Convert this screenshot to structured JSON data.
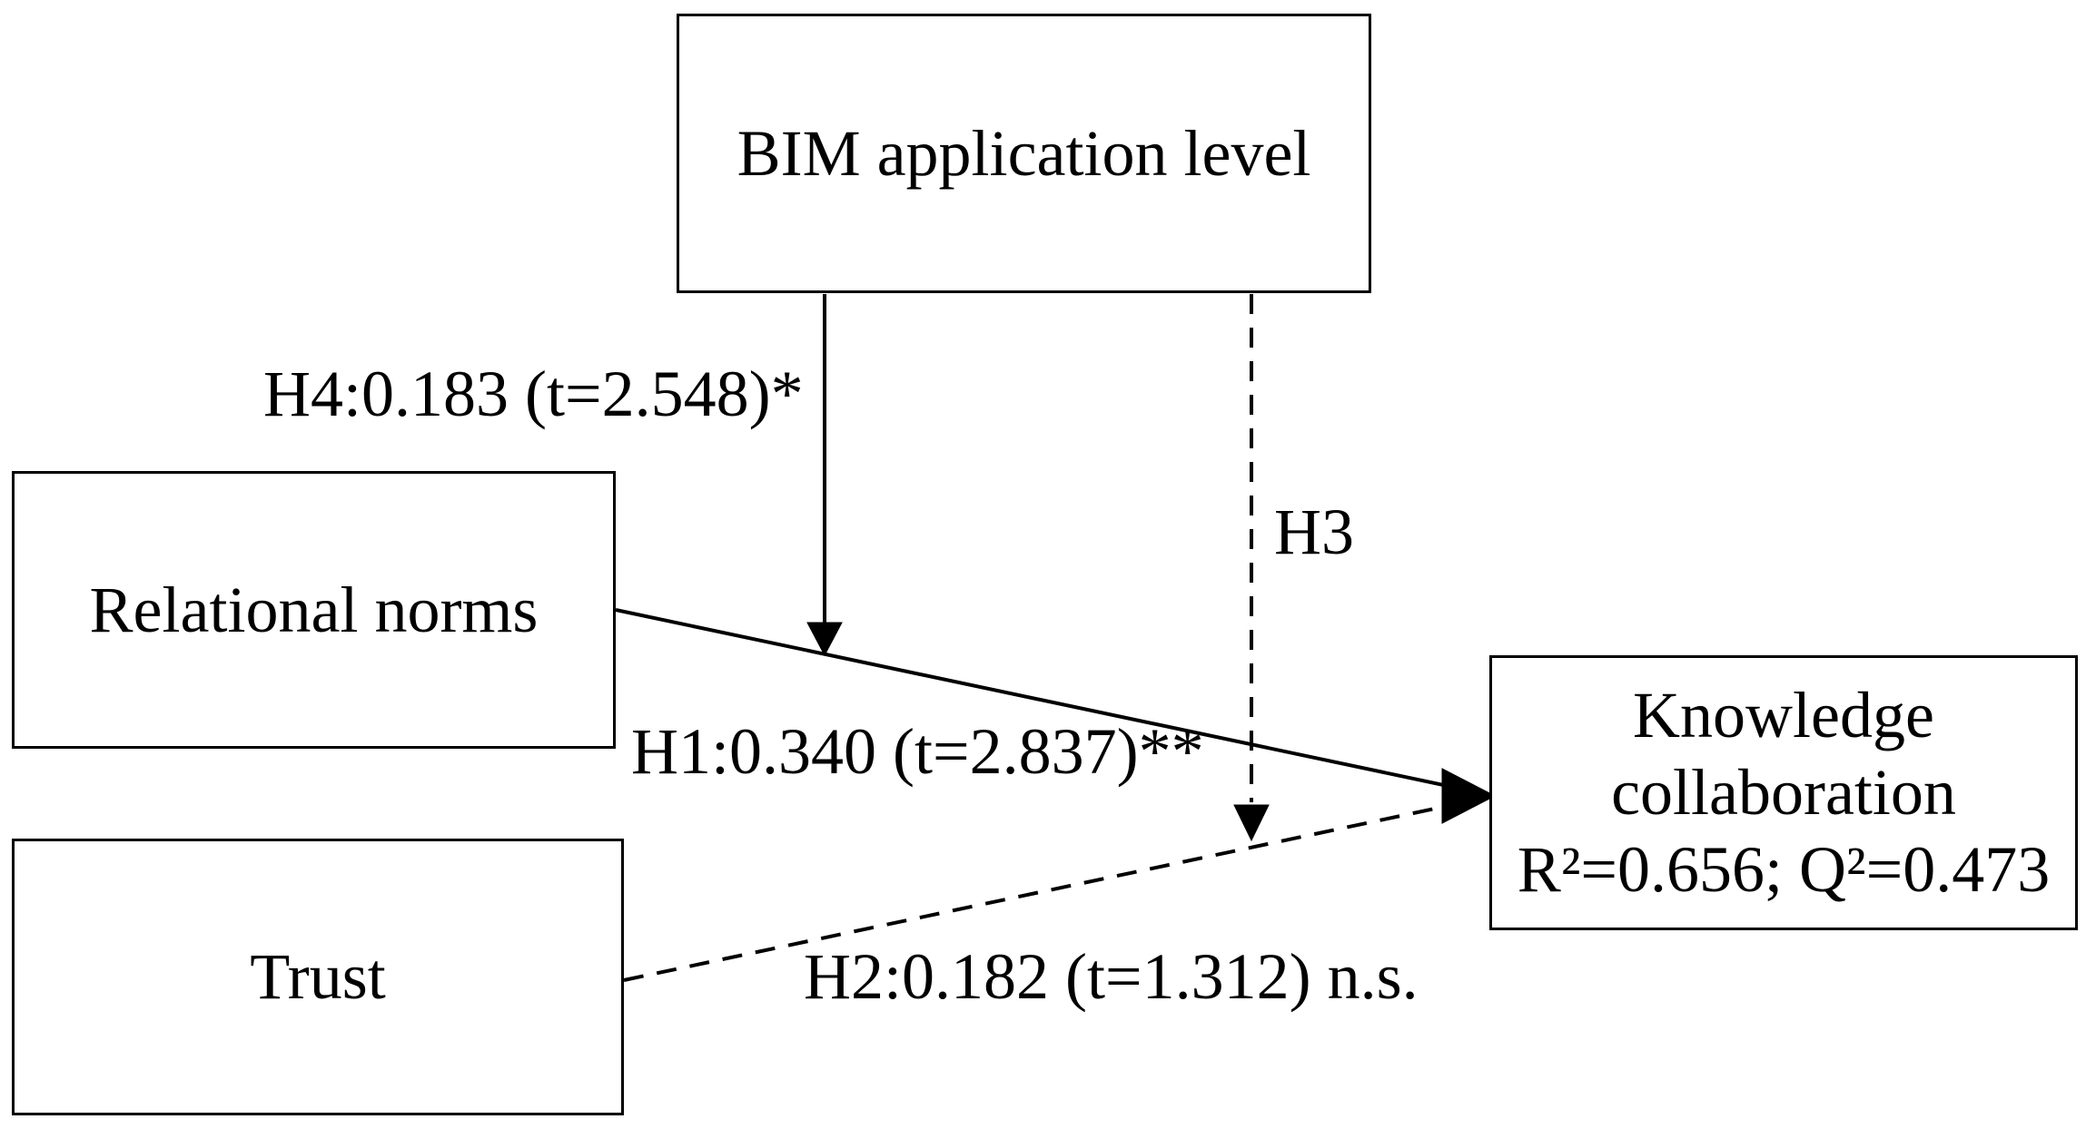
{
  "diagram": {
    "nodes": {
      "bim": {
        "label": "BIM application level"
      },
      "relational_norms": {
        "label": "Relational norms"
      },
      "trust": {
        "label": "Trust"
      },
      "knowledge": {
        "label_line1": "Knowledge",
        "label_line2": "collaboration",
        "label_line3": "R²=0.656; Q²=0.473"
      }
    },
    "paths": {
      "h1": {
        "label": "H1:0.340 (t=2.837)**",
        "from": "relational_norms",
        "to": "knowledge",
        "line_style": "solid"
      },
      "h2": {
        "label": "H2:0.182 (t=1.312) n.s.",
        "from": "trust",
        "to": "knowledge",
        "line_style": "dashed"
      },
      "h3": {
        "label": "H3",
        "from": "bim",
        "to": "h2-path",
        "line_style": "dashed"
      },
      "h4": {
        "label": "H4:0.183 (t=2.548)*",
        "from": "bim",
        "to": "h1-path",
        "line_style": "solid"
      }
    },
    "colors": {
      "line": "#000000",
      "box_border": "#000000",
      "box_fill": "#ffffff",
      "background": "#ffffff",
      "text": "#000000"
    }
  }
}
